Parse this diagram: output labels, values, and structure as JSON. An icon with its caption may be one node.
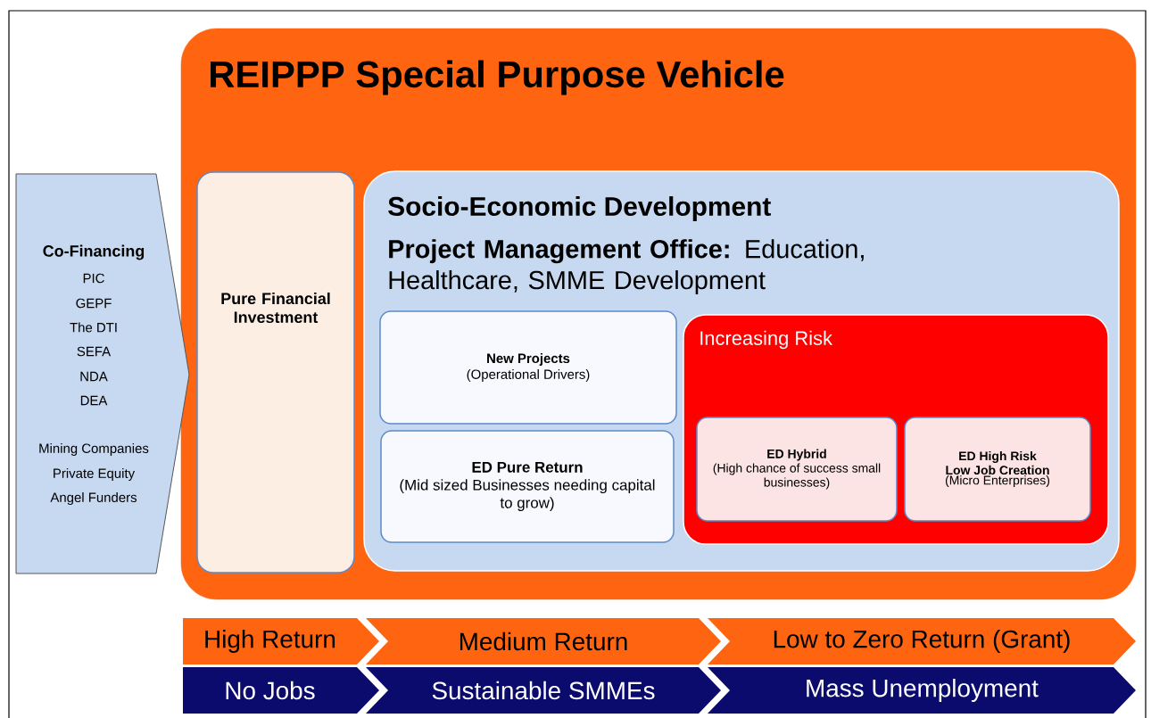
{
  "diagram": {
    "nodes": [
      {
        "text": [
          "REIPPP Special Purpose Vehicle"
        ]
      },
      {
        "text": [
          "Co-Financing",
          "PIC",
          "GEPF",
          "The DTI",
          "SEFA",
          "NDA",
          "DEA",
          "Mining Companies",
          "Private Equity",
          "Angel Funders"
        ]
      },
      {
        "text": [
          "Pure Financial Investment"
        ],
        "in": 0
      },
      {
        "text": [
          "Socio-Economic Development",
          "**Project Management Office:** Education, Healthcare, SMME Development"
        ],
        "in": 0
      },
      {
        "text": [
          "New Projects",
          "(Operational Drivers)"
        ],
        "in": 3
      },
      {
        "text": [
          "ED Pure Return",
          "(Mid sized Businesses needing capital to grow)"
        ],
        "in": 3
      },
      {
        "text": [
          "Increasing Risk"
        ],
        "in": 3
      },
      {
        "text": [
          "ED Hybrid",
          "(High chance of success small businesses)"
        ],
        "in": 6
      },
      {
        "text": [
          "ED High Risk Low Job Creation",
          "(Micro Enterprises)"
        ],
        "in": 6
      },
      {
        "text": [
          "High Return"
        ]
      },
      {
        "text": [
          "Medium Return"
        ]
      },
      {
        "text": [
          "Low to Zero Return (Grant)"
        ]
      },
      {
        "text": [
          "No Jobs"
        ]
      },
      {
        "text": [
          "Sustainable SMMEs"
        ]
      },
      {
        "text": [
          "Mass Unemployment"
        ]
      }
    ]
  }
}
